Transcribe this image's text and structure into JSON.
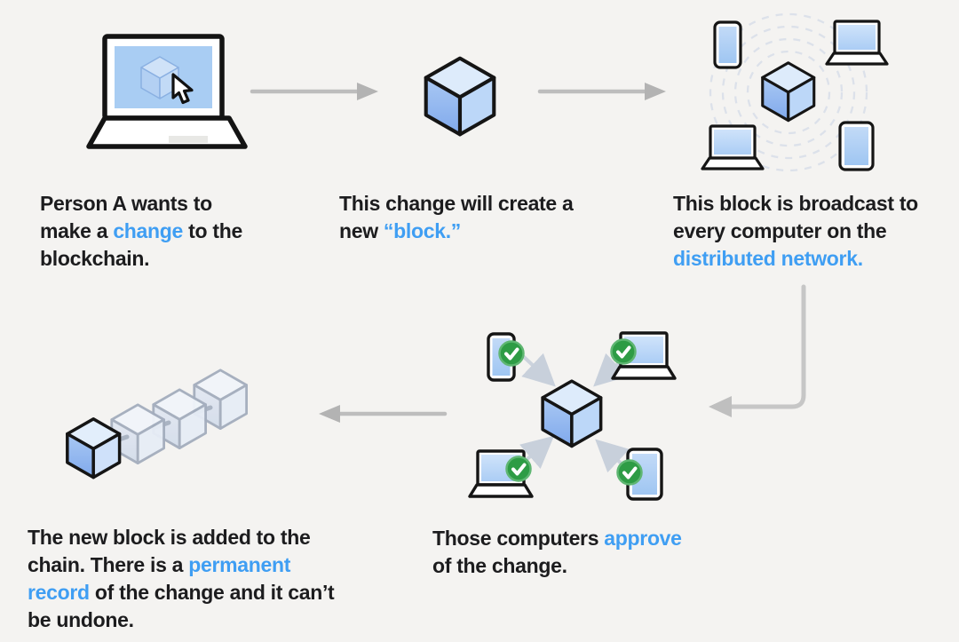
{
  "colors": {
    "background": "#f4f3f1",
    "text": "#1c1c1e",
    "accent_blue": "#3f9ef3",
    "cube_blue": "#8fb4ee",
    "check_green": "#2e9c45",
    "arrow_gray": "#bdbdbd"
  },
  "steps": [
    {
      "id": "create-change",
      "illustration": "laptop-with-cursor-icon",
      "caption": [
        {
          "text": "Person A wants to make a ",
          "link": false
        },
        {
          "text": "change",
          "link": true
        },
        {
          "text": " to the blockchain.",
          "link": false
        }
      ]
    },
    {
      "id": "new-block",
      "illustration": "block-cube-icon",
      "caption": [
        {
          "text": "This change will create a new ",
          "link": false
        },
        {
          "text": "“block.”",
          "link": true
        }
      ]
    },
    {
      "id": "broadcast",
      "illustration": "broadcast-network-illustration",
      "caption": [
        {
          "text": "This block is broadcast to every computer on the ",
          "link": false
        },
        {
          "text": "distributed network.",
          "link": true
        }
      ]
    },
    {
      "id": "approve",
      "illustration": "approval-network-illustration",
      "caption": [
        {
          "text": "Those computers ",
          "link": false
        },
        {
          "text": "approve",
          "link": true
        },
        {
          "text": " of the change.",
          "link": false
        }
      ]
    },
    {
      "id": "added-to-chain",
      "illustration": "blockchain-chain-illustration",
      "caption": [
        {
          "text": "The new block is added to the chain. There is a ",
          "link": false
        },
        {
          "text": "permanent record",
          "link": true
        },
        {
          "text": " of the change and it can’t be undone.",
          "link": false
        }
      ]
    }
  ]
}
